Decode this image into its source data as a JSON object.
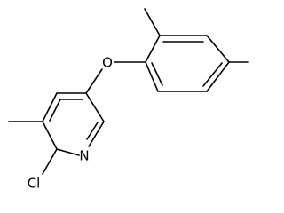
{
  "molecule": {
    "atoms": {
      "oxygen": "O",
      "nitrogen": "N",
      "chlorine": "Cl"
    }
  },
  "colors": {
    "bond": "#000000",
    "label": "#000000",
    "background": "#ffffff"
  }
}
